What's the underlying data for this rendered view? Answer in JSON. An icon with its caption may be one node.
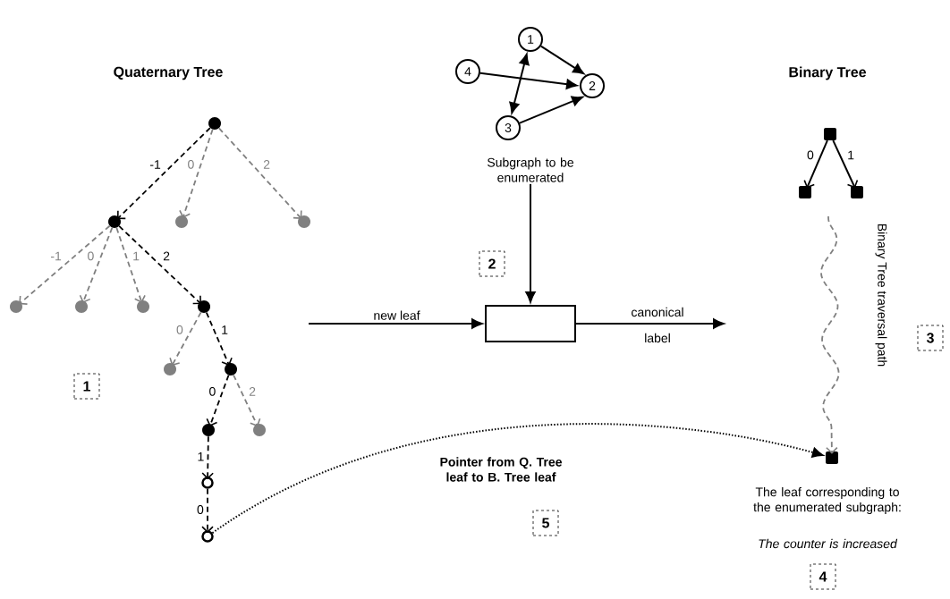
{
  "diagram": {
    "nodes": [
      {
        "text": [],
        "shape": "circle"
      },
      {
        "text": [],
        "shape": "circle"
      },
      {
        "text": [],
        "shape": "circle"
      },
      {
        "text": [],
        "shape": "circle"
      },
      {
        "text": [],
        "shape": "circle"
      },
      {
        "text": [],
        "shape": "circle"
      },
      {
        "text": [],
        "shape": "circle"
      },
      {
        "text": [],
        "shape": "circle"
      },
      {
        "text": [],
        "shape": "circle"
      },
      {
        "text": [],
        "shape": "circle"
      },
      {
        "text": [],
        "shape": "circle"
      },
      {
        "text": [],
        "shape": "circle"
      },
      {
        "text": [],
        "shape": "circle"
      },
      {
        "text": [],
        "shape": "circle"
      },
      {
        "text": [
          "1"
        ]
      },
      {
        "text": [
          "2"
        ]
      },
      {
        "text": [
          "3"
        ]
      },
      {
        "text": [
          "4"
        ]
      },
      {
        "text": [],
        "shape": "box"
      },
      {
        "text": [],
        "shape": "box"
      },
      {
        "text": [],
        "shape": "box"
      },
      {
        "text": [],
        "shape": "box"
      },
      {
        "text": [],
        "shape": "box",
        "beside": [
          "The leaf corresponding to the enumerated subgraph:",
          "The counter is increased"
        ]
      },
      {
        "text": [
          "Subgraph to be enumerated"
        ]
      }
    ],
    "edges": [
      {
        "from": 0,
        "to": 1,
        "arrow": "to",
        "label": "-1",
        "style": "dashed"
      },
      {
        "from": 0,
        "to": 2,
        "arrow": "to",
        "label": "0",
        "style": "dashed",
        "color": "#808080"
      },
      {
        "from": 0,
        "to": 3,
        "arrow": "to",
        "label": "2",
        "style": "dashed",
        "color": "#808080"
      },
      {
        "from": 1,
        "to": 4,
        "arrow": "to",
        "label": "-1",
        "style": "dashed",
        "color": "#808080"
      },
      {
        "from": 1,
        "to": 5,
        "arrow": "to",
        "label": "0",
        "style": "dashed",
        "color": "#808080"
      },
      {
        "from": 1,
        "to": 6,
        "arrow": "to",
        "label": "1",
        "style": "dashed",
        "color": "#808080"
      },
      {
        "from": 1,
        "to": 7,
        "arrow": "to",
        "label": "2",
        "style": "dashed"
      },
      {
        "from": 7,
        "to": 8,
        "arrow": "to",
        "label": "0",
        "style": "dashed",
        "color": "#808080"
      },
      {
        "from": 7,
        "to": 9,
        "arrow": "to",
        "label": "1",
        "style": "dashed"
      },
      {
        "from": 9,
        "to": 10,
        "arrow": "to",
        "label": "0",
        "style": "dashed"
      },
      {
        "from": 9,
        "to": 11,
        "arrow": "to",
        "label": "2",
        "style": "dashed",
        "color": "#808080"
      },
      {
        "from": 10,
        "to": 12,
        "arrow": "to",
        "label": "1",
        "style": "dashed"
      },
      {
        "from": 12,
        "to": 13,
        "arrow": "to",
        "label": "0",
        "style": "dashed"
      },
      {
        "from": 14,
        "to": 15,
        "arrow": "to"
      },
      {
        "from": 17,
        "to": 15,
        "arrow": "to"
      },
      {
        "from": 16,
        "to": 15,
        "arrow": "to"
      },
      {
        "from": 14,
        "to": 16,
        "arrow": "both"
      },
      {
        "from": 23,
        "to": 18,
        "arrow": "to"
      },
      {
        "from": null,
        "to": 18,
        "arrow": "to",
        "label": "new leaf"
      },
      {
        "from": 18,
        "to": null,
        "arrow": "to"
      },
      {
        "from": 19,
        "to": 20,
        "arrow": "to",
        "label": "0"
      },
      {
        "from": 19,
        "to": 21,
        "arrow": "to",
        "label": "1"
      },
      {
        "from": null,
        "to": 22,
        "arrow": "to",
        "style": "dashed",
        "color": "#808080"
      },
      {
        "from": 13,
        "to": 22,
        "arrow": "to",
        "style": "dashed"
      }
    ],
    "labels": [
      "Quaternary Tree",
      "Binary Tree",
      "2",
      "canonical",
      "label",
      "Binary Tree traversal path",
      "3",
      "1",
      "Pointer from Q. Tree leaf to B. Tree leaf",
      "5",
      "4"
    ]
  }
}
